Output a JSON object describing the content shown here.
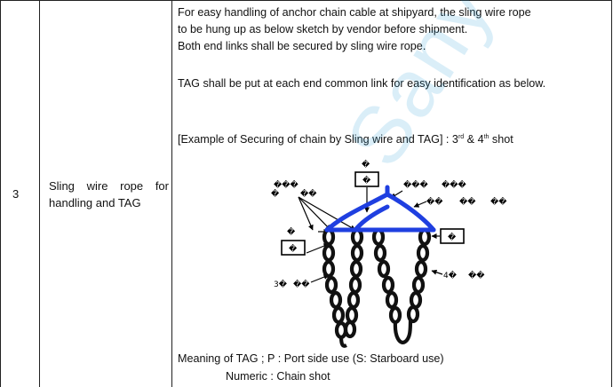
{
  "row_number": "3",
  "item": "Sling wire rope for handling and TAG",
  "description": {
    "para1_line1": "For easy handling of anchor chain cable at shipyard, the sling wire rope",
    "para1_line2": "to be hung up as below sketch by vendor before shipment.",
    "para1_line3": "Both end links shall be secured by sling wire rope.",
    "para2": "TAG shall be put at each end common link for easy identification as below.",
    "example_prefix": "[Example of Securing of chain by Sling wire and TAG] : 3",
    "example_sup1": "rd",
    "example_mid": " & 4",
    "example_sup2": "th",
    "example_suffix": " shot"
  },
  "diagram": {
    "labels": [
      "�",
      "�",
      "�",
      "�",
      "�",
      "���",
      "�",
      "��",
      "���",
      "���",
      "��",
      "��",
      "��",
      "3�",
      "��",
      "4�",
      "��"
    ],
    "colors": {
      "sling": "#1f3fe0",
      "chain": "#111111"
    }
  },
  "meaning": "Meaning of TAG ; P : Port side use   (S: Starboard use)",
  "numeric": "Numeric : Chain shot",
  "watermark": "Sanyse"
}
